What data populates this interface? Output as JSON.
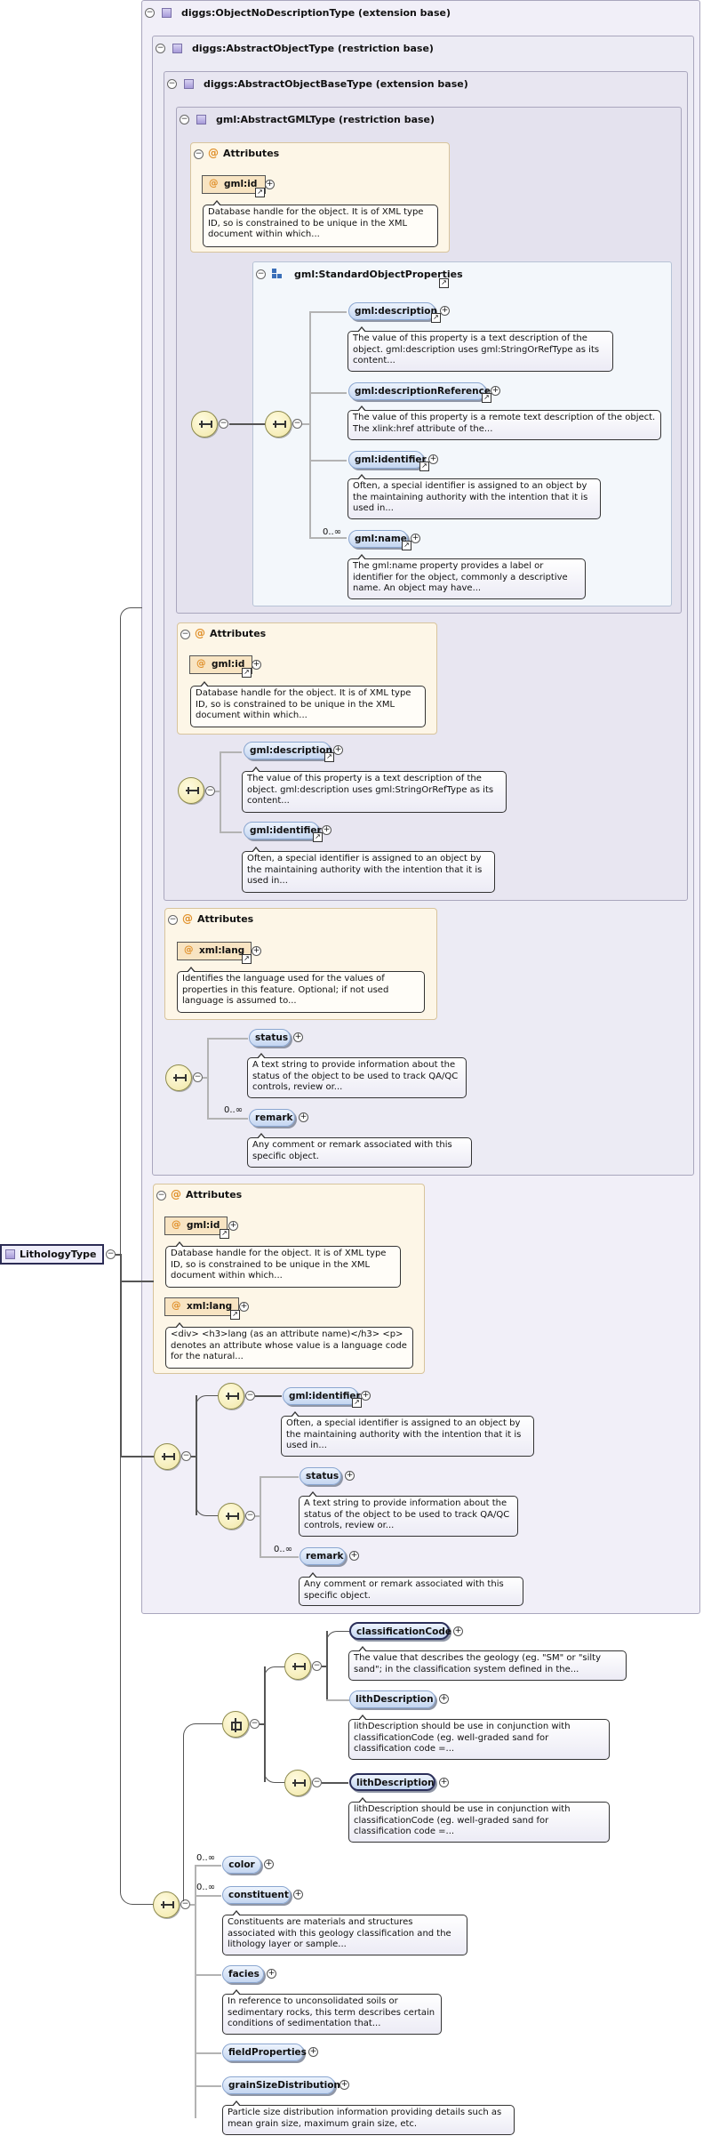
{
  "root": {
    "label": "LithologyType"
  },
  "boxes": {
    "nodesc": "diggs:ObjectNoDescriptionType (extension base)",
    "abstract_object": "diggs:AbstractObjectType (restriction base)",
    "abstract_object_base": "diggs:AbstractObjectBaseType (extension base)",
    "abstract_gml": "gml:AbstractGMLType (restriction base)",
    "std_props": "gml:StandardObjectProperties"
  },
  "attributes_label": "Attributes",
  "gml_attrs": {
    "id": "gml:id",
    "id_desc": "Database handle for the object. It is of XML type ID, so is constrained to be unique in the XML document within which..."
  },
  "std_elements": [
    {
      "name": "gml:description",
      "mult": "",
      "desc": "The value of this property is a text description of the object. gml:description uses gml:StringOrRefType as its content..."
    },
    {
      "name": "gml:descriptionReference",
      "mult": "",
      "desc": "The value of this property is a remote text description of the object. The xlink:href attribute of the..."
    },
    {
      "name": "gml:identifier",
      "mult": "",
      "desc": "Often, a special identifier is assigned to an object by the maintaining authority with the intention that it is used in..."
    },
    {
      "name": "gml:name",
      "mult": "0..∞",
      "desc": "The gml:name property provides a label or identifier for the object, commonly a descriptive name. An object may have..."
    }
  ],
  "base_attrs": {
    "id": "gml:id",
    "id_desc": "Database handle for the object. It is of XML type ID, so is constrained to be unique in the XML document within which..."
  },
  "base_elements": [
    {
      "name": "gml:description",
      "desc": "The value of this property is a text description of the object. gml:description uses gml:StringOrRefType as its content..."
    },
    {
      "name": "gml:identifier",
      "desc": "Often, a special identifier is assigned to an object by the maintaining authority with the intention that it is used in..."
    }
  ],
  "obj_attrs": {
    "lang": "xml:lang",
    "lang_desc": "Identifies the language used for the values of properties in this feature. Optional; if not used language is assumed to..."
  },
  "obj_elements": [
    {
      "name": "status",
      "mult": "",
      "desc": "A text string to provide information about the status of the object to be used to track QA/QC controls, review or..."
    },
    {
      "name": "remark",
      "mult": "0..∞",
      "desc": "Any comment or remark associated with this specific object."
    }
  ],
  "nodesc_attrs": {
    "id": "gml:id",
    "id_desc": "Database handle for the object. It is of XML type ID, so is constrained to be unique in the XML document within which...",
    "lang": "xml:lang",
    "lang_desc": "<div> <h3>lang (as an attribute name)</h3> <p> denotes an attribute whose value is a language code for the natural..."
  },
  "nodesc_elements": {
    "identifier": {
      "name": "gml:identifier",
      "desc": "Often, a special identifier is assigned to an object by the maintaining authority with the intention that it is used in..."
    },
    "status": {
      "name": "status",
      "desc": "A text string to provide information about the status of the object to be used to track QA/QC controls, review or..."
    },
    "remark": {
      "name": "remark",
      "mult": "0..∞",
      "desc": "Any comment or remark associated with this specific object."
    }
  },
  "lith_elements": {
    "classificationCode": {
      "name": "classificationCode",
      "desc": "The value that describes the geology (eg. \"SM\" or \"silty sand\"; in the classification system defined in the..."
    },
    "lithDescription1": {
      "name": "lithDescription",
      "desc": "lithDescription should be use in conjunction with classificationCode (eg. well-graded sand for classification code =..."
    },
    "lithDescription2": {
      "name": "lithDescription",
      "desc": "lithDescription should be use in conjunction with classificationCode (eg. well-graded sand for classification code =..."
    },
    "color": {
      "name": "color",
      "mult": "0..∞"
    },
    "constituent": {
      "name": "constituent",
      "mult": "0..∞",
      "desc": "Constituents are materials and structures associated with this geology classification and the lithology layer or sample..."
    },
    "facies": {
      "name": "facies",
      "desc": "In reference to unconsolidated soils or sedimentary rocks, this term describes certain conditions of sedimentation that..."
    },
    "fieldProperties": {
      "name": "fieldProperties"
    },
    "grainSizeDistribution": {
      "name": "grainSizeDistribution",
      "desc": "Particle size distribution information providing details such as mean grain size, maximum grain size, etc."
    }
  }
}
